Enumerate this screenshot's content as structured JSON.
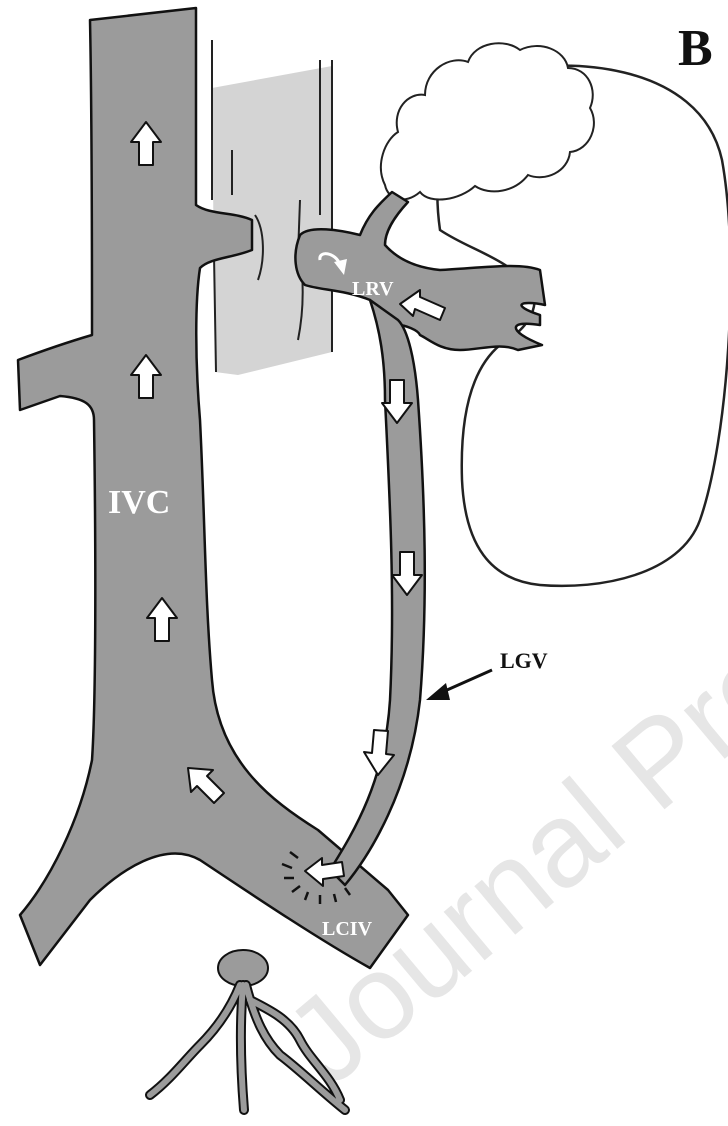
{
  "panel_letter": "B",
  "labels": {
    "ivc": "IVC",
    "lrv": "LRV",
    "lgv": "LGV",
    "lciv": "LCIV"
  },
  "watermark": "Journal Pre-proof",
  "colors": {
    "vein_fill": "#9b9b9b",
    "aorta_fill": "#d4d4d4",
    "outline": "#111111",
    "arrow_fill": "#ffffff"
  }
}
